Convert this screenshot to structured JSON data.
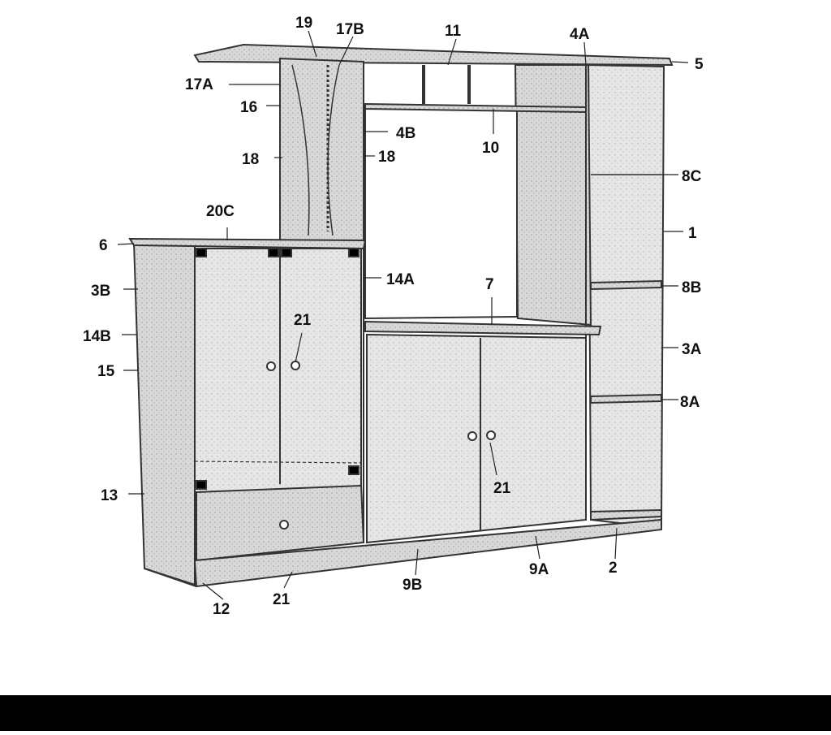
{
  "figure": {
    "labels": {
      "l19": "19",
      "l17B": "17B",
      "l11": "11",
      "l4A": "4A",
      "l5": "5",
      "l17A": "17A",
      "l16": "16",
      "l4B": "4B",
      "l10": "10",
      "l18a": "18",
      "l18b": "18",
      "l8C": "8C",
      "l20C": "20C",
      "l1": "1",
      "l6": "6",
      "l14A": "14A",
      "l7": "7",
      "l3B": "3B",
      "l8B": "8B",
      "l21a": "21",
      "l14B": "14B",
      "l3A": "3A",
      "l15": "15",
      "l8A": "8A",
      "l21b": "21",
      "l13": "13",
      "l9A": "9A",
      "l2": "2",
      "l9B": "9B",
      "l21c": "21",
      "l12": "12"
    }
  }
}
